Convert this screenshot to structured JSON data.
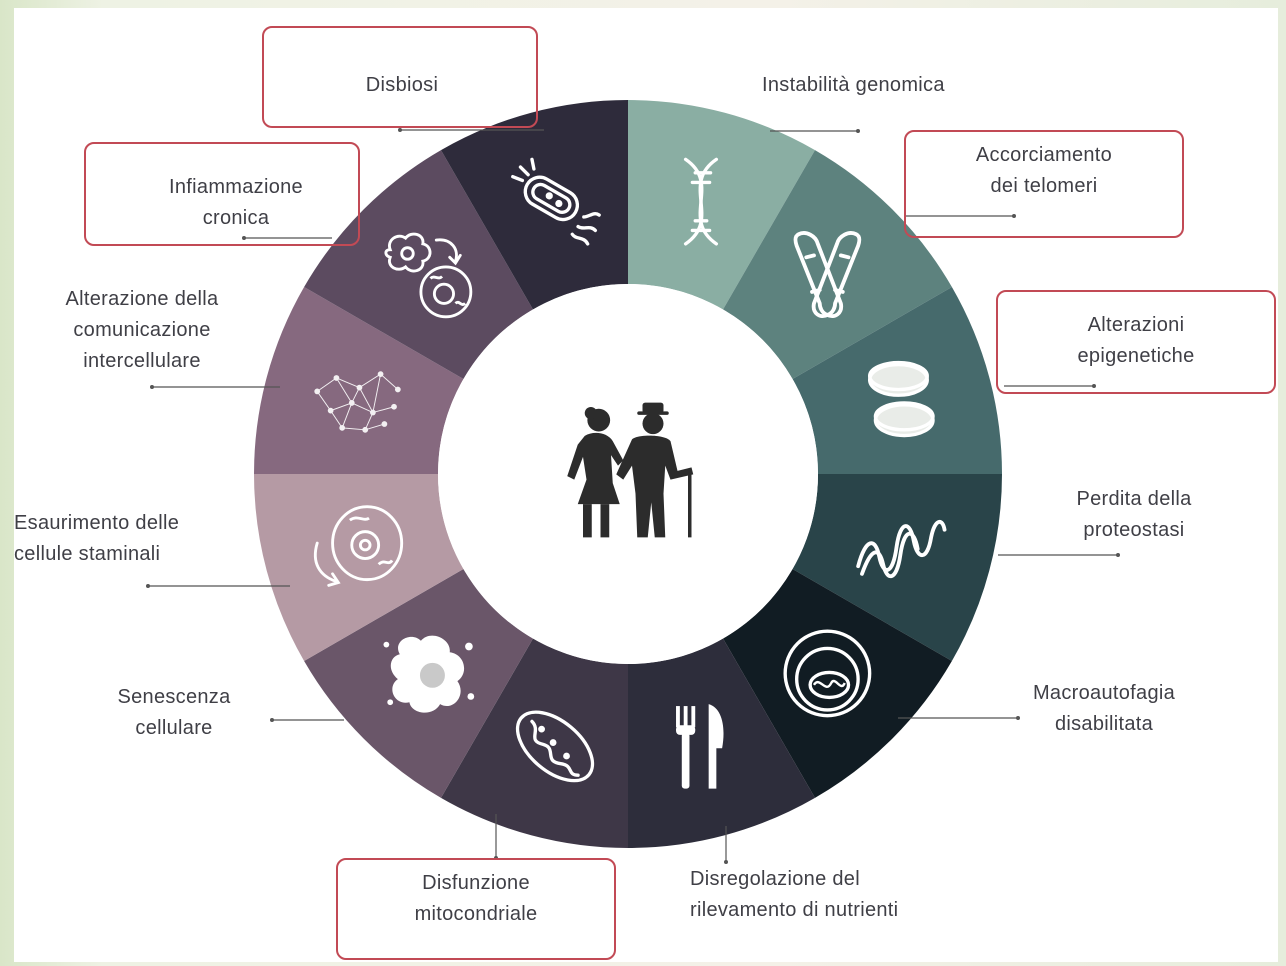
{
  "diagram": {
    "center_icon": "elderly-couple-icon",
    "colors": {
      "highlight_box": "#c24a55",
      "label_text": "#3f3f46",
      "connector": "#555555",
      "center_circle": "#ffffff",
      "icon_stroke": "#ffffff"
    },
    "segments": [
      {
        "label": "Instabilità genomica",
        "icon": "dna-icon",
        "color": "#8aaea3",
        "highlighted": false
      },
      {
        "label": "Accorciamento\ndei telomeri",
        "icon": "chromosome-icon",
        "color": "#5d827e",
        "highlighted": true
      },
      {
        "label": "Alterazioni\nepigenetiche",
        "icon": "histone-icon",
        "color": "#466a6c",
        "highlighted": true
      },
      {
        "label": "Perdita della\nproteostasi",
        "icon": "protein-helix-icon",
        "color": "#294449",
        "highlighted": false
      },
      {
        "label": "Macroautofagia\ndisabilitata",
        "icon": "autophagosome-icon",
        "color": "#111c23",
        "highlighted": false
      },
      {
        "label": "Disregolazione del\nrilevamento di nutrienti",
        "icon": "fork-knife-icon",
        "color": "#2d2d3b",
        "highlighted": false
      },
      {
        "label": "Disfunzione\nmitocondriale",
        "icon": "mitochondrion-icon",
        "color": "#3e3747",
        "highlighted": true
      },
      {
        "label": "Senescenza\ncellulare",
        "icon": "senescent-cell-icon",
        "color": "#6a5669",
        "highlighted": false
      },
      {
        "label": "Esaurimento delle\ncellule staminali",
        "icon": "stem-cell-icon",
        "color": "#b59aa4",
        "highlighted": false
      },
      {
        "label": "Alterazione della\ncomunicazione\nintercellulare",
        "icon": "cell-network-icon",
        "color": "#86697f",
        "highlighted": false
      },
      {
        "label": "Infiammazione\ncronica",
        "icon": "inflamed-cell-icon",
        "color": "#5c4b60",
        "highlighted": true
      },
      {
        "label": "Disbiosi",
        "icon": "bacterium-icon",
        "color": "#2e2b3b",
        "highlighted": true
      }
    ]
  }
}
